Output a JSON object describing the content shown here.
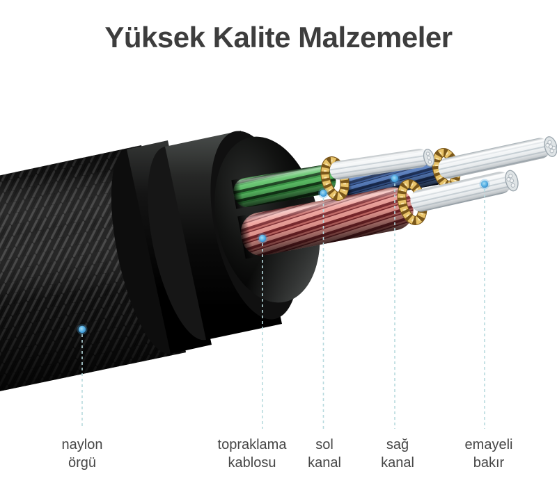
{
  "title": "Yüksek Kalite Malzemeler",
  "diagram": {
    "description": "Cutaway illustration of a braided audio cable showing internal wires",
    "callouts": [
      {
        "id": "naylon-orgu",
        "line1": "naylon",
        "line2": "örgü"
      },
      {
        "id": "topraklama-kablosu",
        "line1": "topraklama",
        "line2": "kablosu"
      },
      {
        "id": "sol-kanal",
        "line1": "sol",
        "line2": "kanal"
      },
      {
        "id": "sag-kanal",
        "line1": "sağ",
        "line2": "kanal"
      },
      {
        "id": "emayeli-bakir",
        "line1": "emayeli",
        "line2": "bakır"
      }
    ],
    "colors": {
      "accent_dot": "#3d9ad8",
      "leader_line": "#b7dade",
      "title_text": "#3d3d3d",
      "label_text": "#454545",
      "wire_green": "#5cc266",
      "wire_red": "#ef9d96",
      "wire_blue": "#5b82c4",
      "wire_white": "#eef1f3",
      "shield_gold": "#e8c369",
      "sleeve_black": "#161616"
    }
  }
}
